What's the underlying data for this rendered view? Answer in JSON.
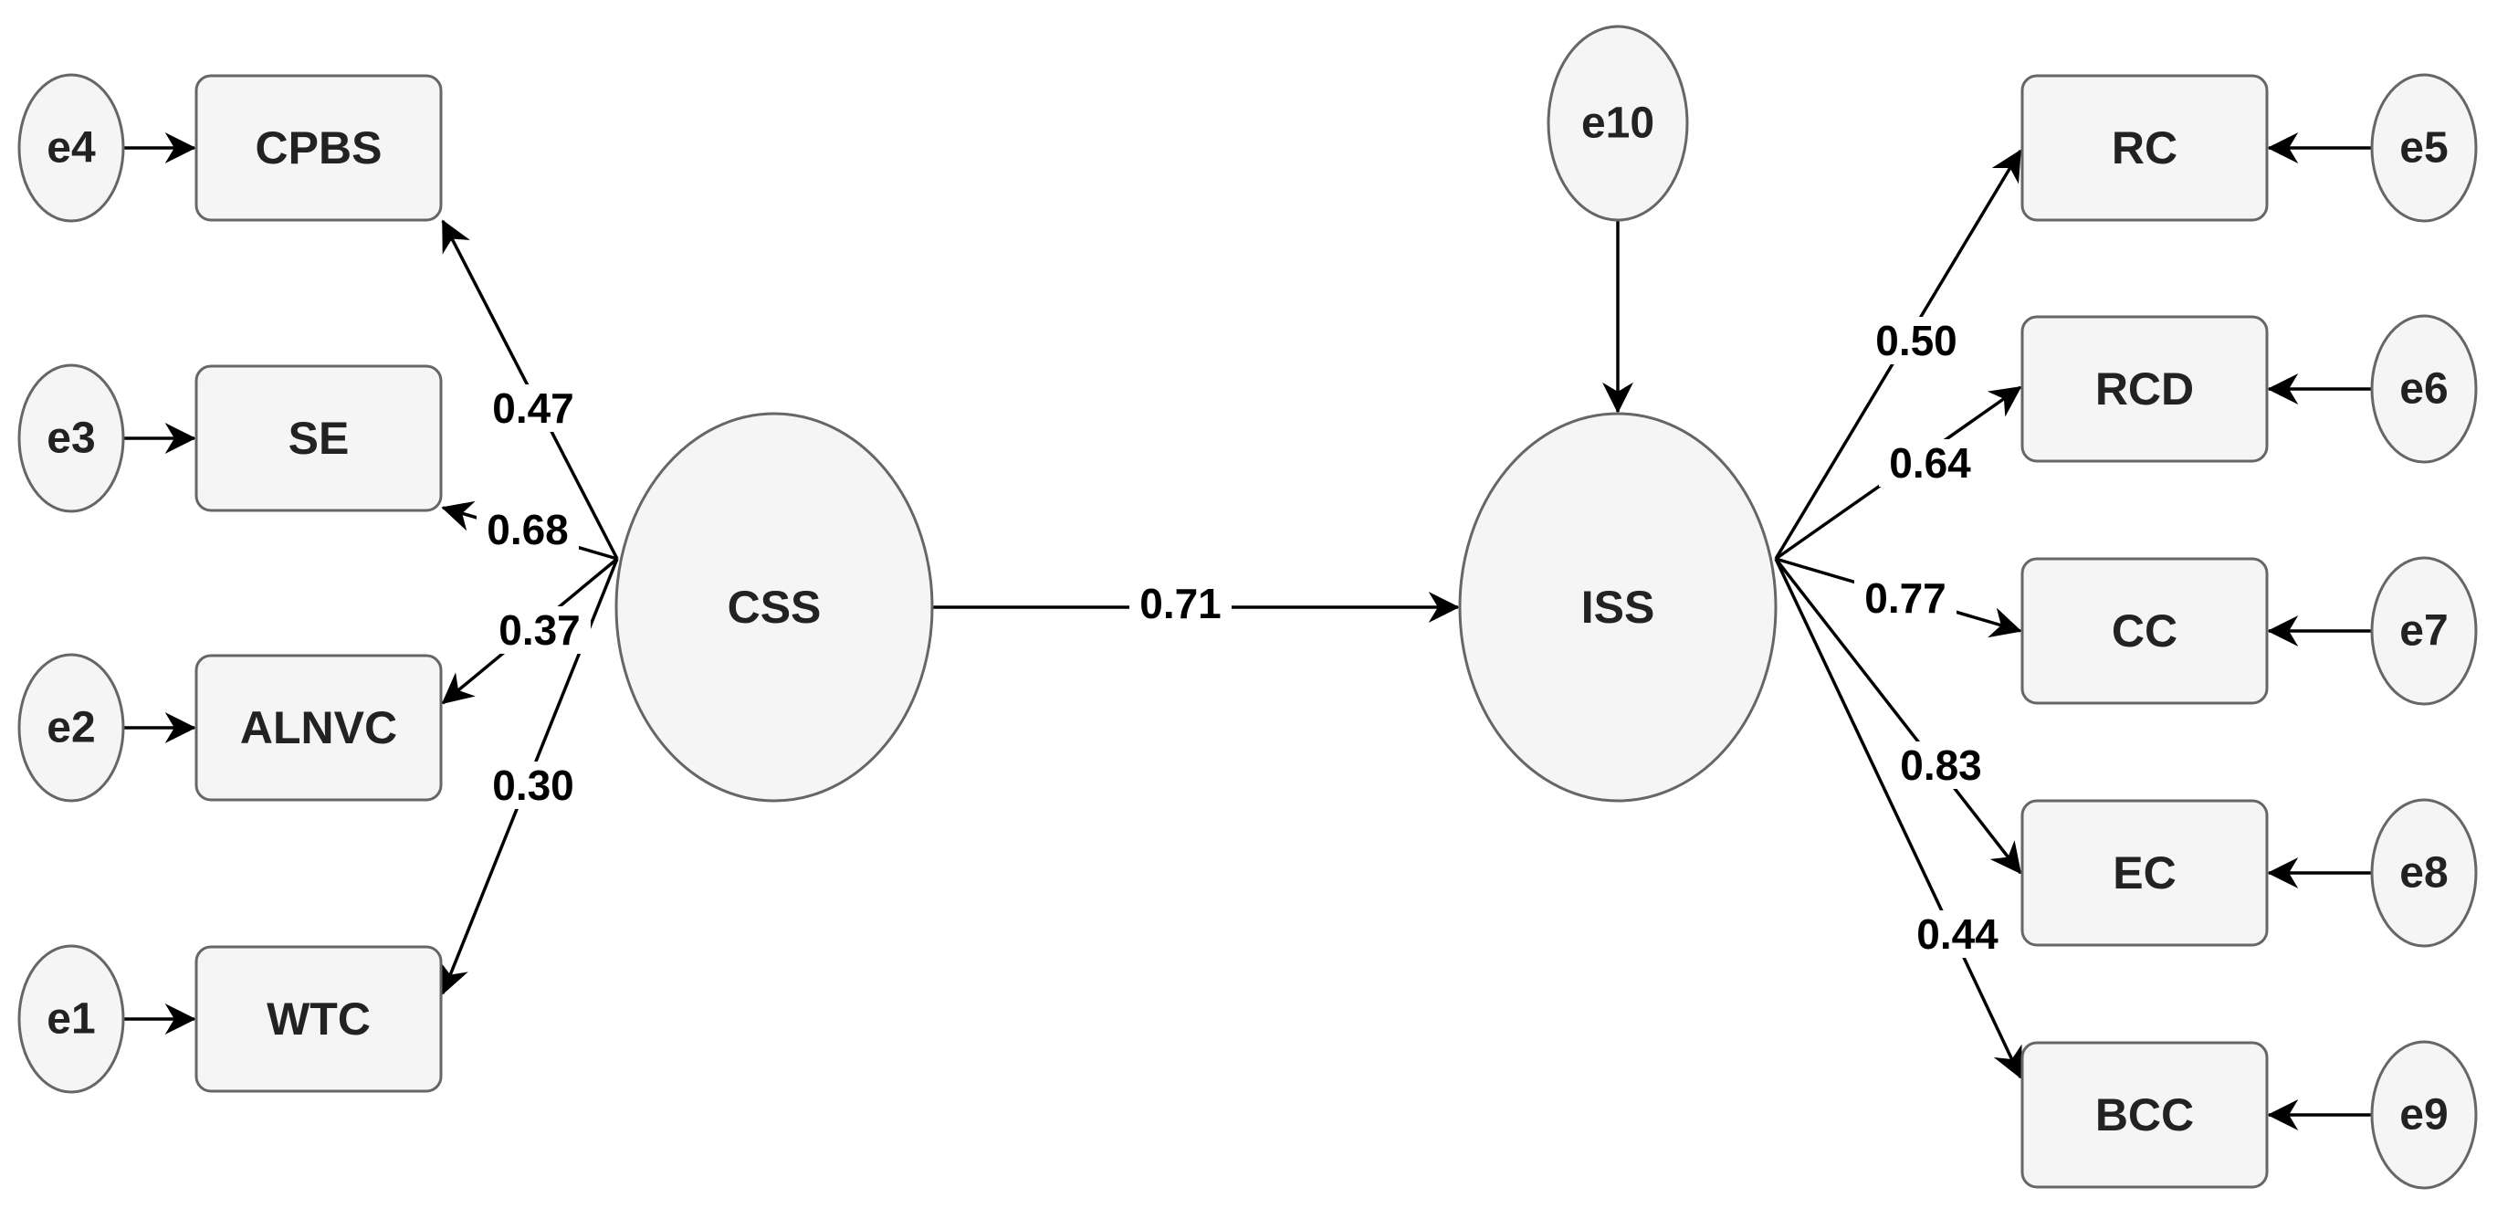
{
  "latents": [
    {
      "id": "CSS",
      "label": "CSS"
    },
    {
      "id": "ISS",
      "label": "ISS"
    }
  ],
  "indicators": [
    {
      "id": "CPBS",
      "label": "CPBS",
      "error": "e4",
      "factor": "CSS",
      "loading": "0.47"
    },
    {
      "id": "SE",
      "label": "SE",
      "error": "e3",
      "factor": "CSS",
      "loading": "0.68"
    },
    {
      "id": "ALNVC",
      "label": "ALNVC",
      "error": "e2",
      "factor": "CSS",
      "loading": "0.37"
    },
    {
      "id": "WTC",
      "label": "WTC",
      "error": "e1",
      "factor": "CSS",
      "loading": "0.30"
    },
    {
      "id": "RC",
      "label": "RC",
      "error": "e5",
      "factor": "ISS",
      "loading": "0.50"
    },
    {
      "id": "RCD",
      "label": "RCD",
      "error": "e6",
      "factor": "ISS",
      "loading": "0.64"
    },
    {
      "id": "CC",
      "label": "CC",
      "error": "e7",
      "factor": "ISS",
      "loading": "0.77"
    },
    {
      "id": "EC",
      "label": "EC",
      "error": "e8",
      "factor": "ISS",
      "loading": "0.83"
    },
    {
      "id": "BCC",
      "label": "BCC",
      "error": "e9",
      "factor": "ISS",
      "loading": "0.44"
    }
  ],
  "structural": {
    "from": "CSS",
    "to": "ISS",
    "coefficient": "0.71",
    "disturbance": "e10"
  }
}
